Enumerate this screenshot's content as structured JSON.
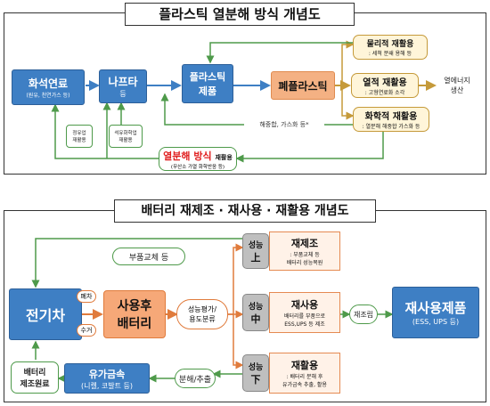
{
  "top": {
    "title": "플라스틱 열분해 방식 개념도",
    "fossil": {
      "title": "화석연료",
      "sub": "(원유, 천연가스 등)"
    },
    "naphtha": {
      "title": "나프타",
      "sub": "등"
    },
    "plastic": {
      "title": "플라스틱",
      "title2": "제품"
    },
    "waste": "폐플라스틱",
    "physical": {
      "title": "물리적 재활용",
      "sub": ": 세척 분쇄 용해 등"
    },
    "thermal": {
      "title": "열적 재활용",
      "sub": ": 고형연료화 소각"
    },
    "chemical": {
      "title": "화학적 재활용",
      "sub": ": 열분해 해중합 가스화 등"
    },
    "energy": {
      "title": "열에너지",
      "title2": "생산"
    },
    "pyro": {
      "main": "열분해",
      "mid": "방식",
      "tag": "재활용",
      "sub": "(무산소 가열 화학반응 등)"
    },
    "depoly_label": "해중합, 가스화 등*",
    "refine": {
      "l1": "정유업",
      "l2": "재활용"
    },
    "petchem": {
      "l1": "석유화학업",
      "l2": "재활용"
    }
  },
  "bottom": {
    "title": "배터리 재제조 · 재사용 · 재활용 개념도",
    "ev": "전기차",
    "scrap": "폐차",
    "recall": "수거",
    "used": {
      "l1": "사용후",
      "l2": "배터리"
    },
    "eval": {
      "l1": "성능평가/",
      "l2": "용도분류"
    },
    "parts": "부품교체 등",
    "high": {
      "l1": "성능",
      "l2": "上"
    },
    "mid": {
      "l1": "성능",
      "l2": "中"
    },
    "low": {
      "l1": "성능",
      "l2": "下"
    },
    "remanu": {
      "title": "재제조",
      "s1": ": 부품교체 등",
      "s2": "배터리 성능복원"
    },
    "reuse": {
      "title": "재사용",
      "s1": "배터리를 부품으로",
      "s2": "ESS,UPS 등 제조"
    },
    "recycle": {
      "title": "재활용",
      "s1": ": 배터리 분해 후",
      "s2": "유가금속 추출, 활용"
    },
    "reassemble": "재조립",
    "reuse_product": {
      "title": "재사용제품",
      "sub": "(ESS, UPS 등)"
    },
    "disassemble": "분해/추출",
    "metal": {
      "title": "유가금속",
      "sub": "(니켈, 코발트 등)"
    },
    "raw": {
      "l1": "배터리",
      "l2": "제조원료"
    }
  }
}
